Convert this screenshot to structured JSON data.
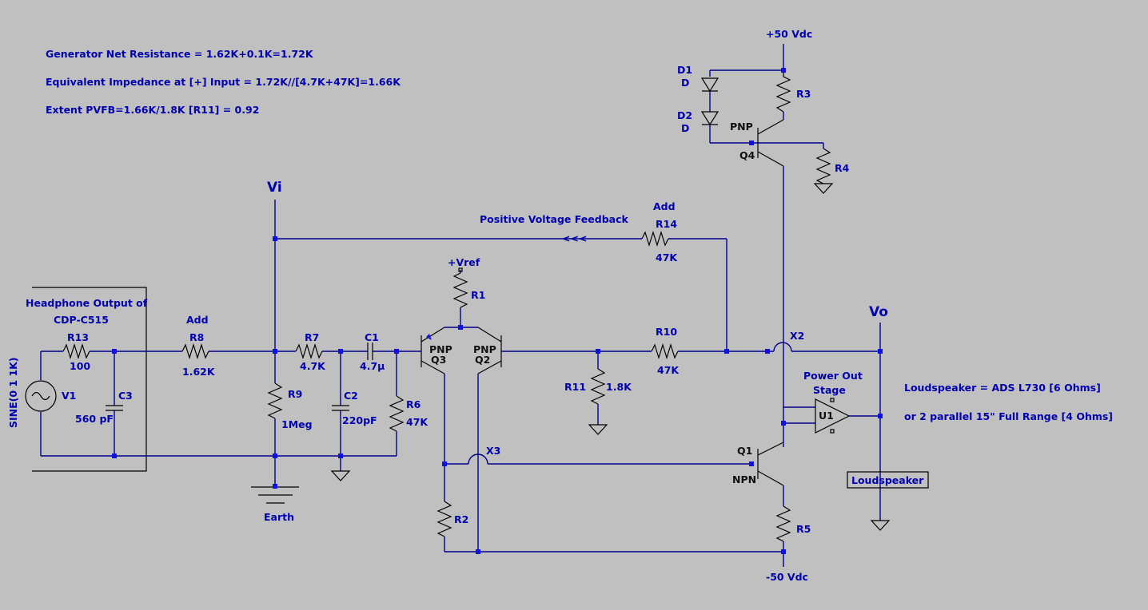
{
  "notes": {
    "line1": "Generator Net Resistance = 1.62K+0.1K=1.72K",
    "line2": "Equivalent Impedance at  [+] Input = 1.72K//[4.7K+47K]=1.66K",
    "line3": "Extent PVFB=1.66K/1.8K [R11] = 0.92"
  },
  "nets": {
    "vi": "Vi",
    "vo": "Vo",
    "vplus": "+50 Vdc",
    "vminus": "-50 Vdc",
    "vref": "+Vref",
    "earth": "Earth"
  },
  "annotations": {
    "headphone1": "Headphone Output of",
    "headphone2": "CDP-C515",
    "add_r8": "Add",
    "add_r14": "Add",
    "pvfb": "Positive Voltage Feedback",
    "arrows": "<<<",
    "power1": "Power Out",
    "power2": "Stage",
    "ls1": "Loudspeaker = ADS L730 [6 Ohms]",
    "ls2": "or 2 parallel 15\" Full Range [4 Ohms]",
    "ls_box": "Loudspeaker",
    "sine": "SINE(0 1 1K)"
  },
  "components": {
    "r13": {
      "name": "R13",
      "value": "100"
    },
    "r8": {
      "name": "R8",
      "value": "1.62K"
    },
    "r7": {
      "name": "R7",
      "value": "4.7K"
    },
    "r9": {
      "name": "R9",
      "value": "1Meg"
    },
    "r6": {
      "name": "R6",
      "value": "47K"
    },
    "r10": {
      "name": "R10",
      "value": "47K"
    },
    "r11": {
      "name": "R11",
      "value": "1.8K"
    },
    "r14": {
      "name": "R14",
      "value": "47K"
    },
    "r1": {
      "name": "R1"
    },
    "r2": {
      "name": "R2"
    },
    "r3": {
      "name": "R3"
    },
    "r4": {
      "name": "R4"
    },
    "r5": {
      "name": "R5"
    },
    "c1": {
      "name": "C1",
      "value": "4.7µ"
    },
    "c2": {
      "name": "C2",
      "value": "220pF"
    },
    "c3": {
      "name": "C3",
      "value": "560 pF"
    },
    "v1": {
      "name": "V1"
    },
    "d1": {
      "name": "D1",
      "value": "D"
    },
    "d2": {
      "name": "D2",
      "value": "D"
    },
    "q1": {
      "name": "Q1",
      "type": "NPN"
    },
    "q2": {
      "name": "Q2",
      "type": "PNP"
    },
    "q3": {
      "name": "Q3",
      "type": "PNP"
    },
    "q4": {
      "name": "Q4",
      "type": "PNP"
    },
    "u1": {
      "name": "U1"
    },
    "x2": {
      "name": "X2"
    },
    "x3": {
      "name": "X3"
    }
  },
  "colors": {
    "background": "#c0c0c0",
    "wire": "#00008b",
    "node": "#1010e0",
    "text": "#0000b0",
    "component": "#000000"
  }
}
